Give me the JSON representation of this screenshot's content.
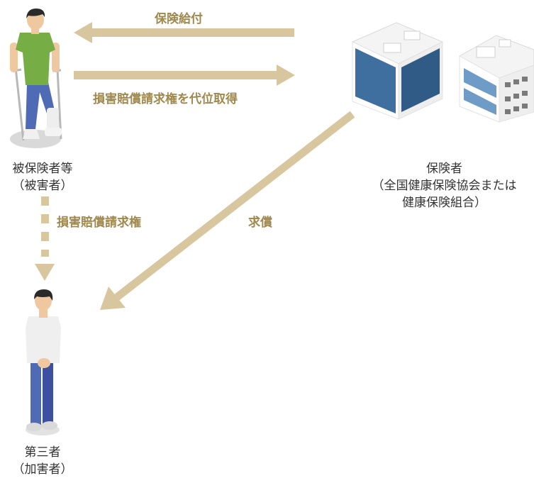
{
  "arrows": {
    "benefit_label": "保険給付",
    "subrogation_label": "損害賠償請求権を代位取得",
    "claim_label": "損害賠償請求権",
    "reimbursement_label": "求償"
  },
  "parties": {
    "insured": {
      "line1": "被保険者等",
      "line2": "（被害者）"
    },
    "insurer": {
      "line1": "保険者",
      "line2": "（全国健康保険協会または",
      "line3": "健康保険組合）"
    },
    "third_party": {
      "line1": "第三者",
      "line2": "（加害者）"
    }
  },
  "colors": {
    "arrow": "#d8c69f",
    "label": "#a0894f",
    "text": "#333333"
  }
}
